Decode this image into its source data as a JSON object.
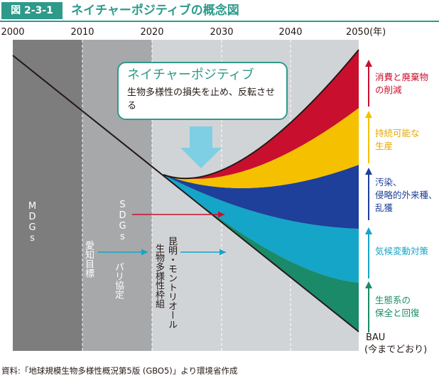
{
  "header": {
    "figure_number": "図 2-3-1",
    "title": "ネイチャーポジティブの概念図"
  },
  "timeline": {
    "years": [
      "2000",
      "2010",
      "2020",
      "2030",
      "2040",
      "2050"
    ],
    "unit": "(年)"
  },
  "labels": {
    "mdgs": "MDGs",
    "sdgs": "SDGs",
    "aichi": "愛知目標",
    "paris": "パリ協定",
    "kunming_1": "昆明・モントリオール",
    "kunming_2": "生物多様性枠組"
  },
  "callout": {
    "title": "ネイチャーポジティブ",
    "body": "生物多様性の損失を止め、反転させる"
  },
  "actions": [
    {
      "label_lines": [
        "消費と廃棄物",
        "の削減"
      ],
      "color": "#c8102e"
    },
    {
      "label_lines": [
        "持続可能な",
        "生産"
      ],
      "color": "#f5c000"
    },
    {
      "label_lines": [
        "汚染、",
        "侵略的外来種、",
        "乱獲"
      ],
      "color": "#1e3f9a"
    },
    {
      "label_lines": [
        "気候変動対策"
      ],
      "color": "#14a5c8"
    },
    {
      "label_lines": [
        "生態系の",
        "保全と回復"
      ],
      "color": "#1a8a68"
    }
  ],
  "bau": {
    "line1": "BAU",
    "line2": "(今までどおり)"
  },
  "source": "資料:「地球規模生物多様性概況第5版 (GBO5)」より環境省作成"
}
